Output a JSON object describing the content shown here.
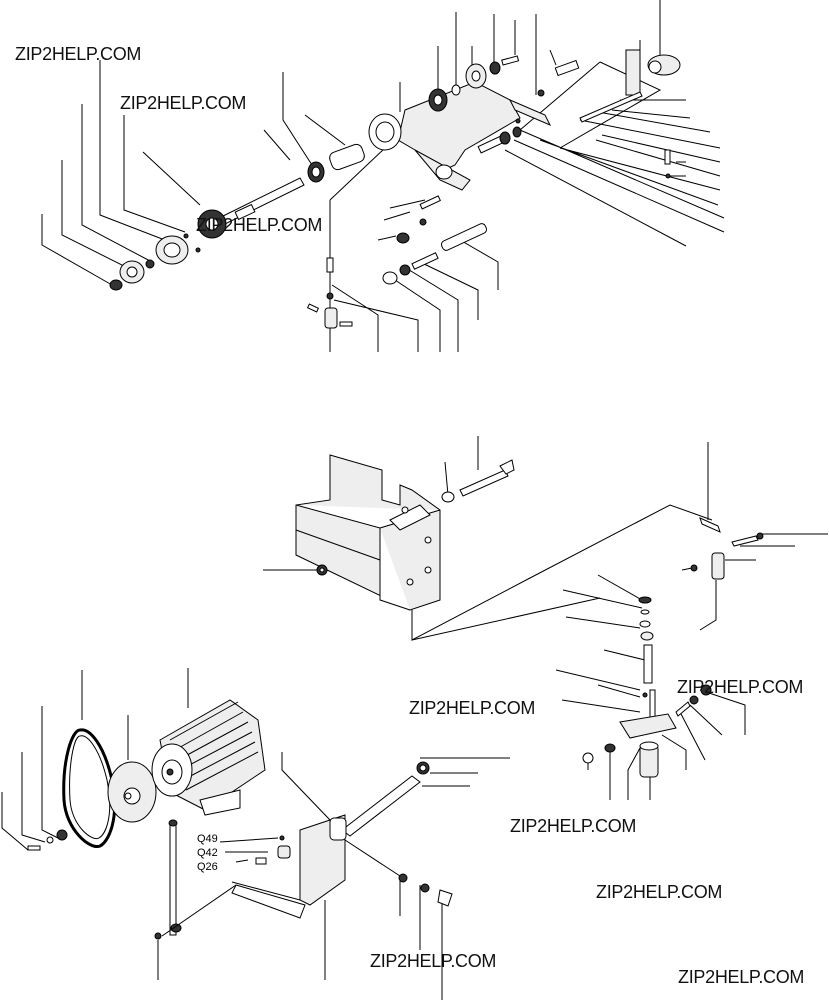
{
  "watermarks": [
    "ZIP2HELP.COM",
    "ZIP2HELP.COM",
    "ZIP2HELP.COM",
    "ZIP2HELP.COM",
    "ZIP2HELP.COM",
    "ZIP2HELP.COM",
    "ZIP2HELP.COM",
    "ZIP2HELP.COM"
  ],
  "labels": {
    "q49": "Q49",
    "q42": "Q42",
    "q26": "Q26"
  }
}
